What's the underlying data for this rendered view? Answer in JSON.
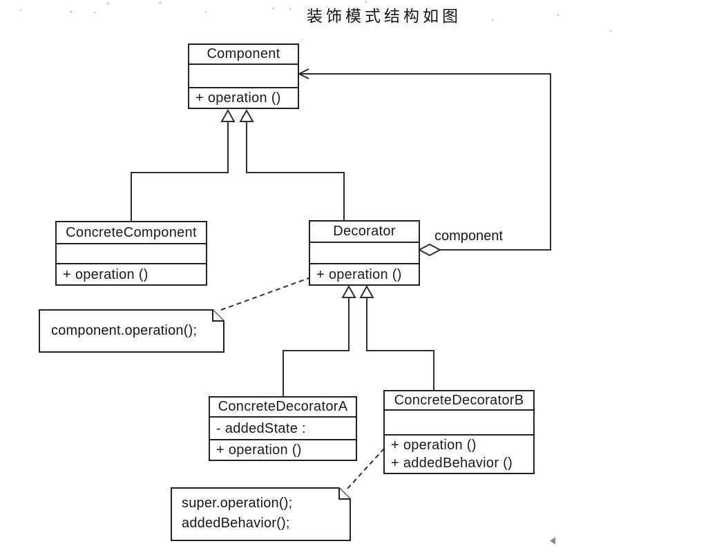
{
  "page_title": "装饰模式结构如图",
  "classes": {
    "component": {
      "name": "Component",
      "attributes": [],
      "operations": [
        "+ operation ()"
      ]
    },
    "concreteComponent": {
      "name": "ConcreteComponent",
      "attributes": [],
      "operations": [
        "+ operation ()"
      ]
    },
    "decorator": {
      "name": "Decorator",
      "attributes": [],
      "operations": [
        "+ operation ()"
      ]
    },
    "concreteDecoratorA": {
      "name": "ConcreteDecoratorA",
      "attributes": [
        "- addedState :"
      ],
      "operations": [
        "+ operation ()"
      ]
    },
    "concreteDecoratorB": {
      "name": "ConcreteDecoratorB",
      "attributes": [],
      "operations": [
        "+ operation ()",
        "+ addedBehavior ()"
      ]
    }
  },
  "relationships": {
    "aggregation_label": "component"
  },
  "notes": {
    "decoratorNote": {
      "lines": [
        "component.operation();"
      ]
    },
    "decoratorBNote": {
      "lines": [
        "super.operation();",
        "addedBehavior();"
      ]
    }
  },
  "colors": {
    "line": "#2e2e2e",
    "text": "#1a1a1a",
    "background": "#ffffff"
  }
}
